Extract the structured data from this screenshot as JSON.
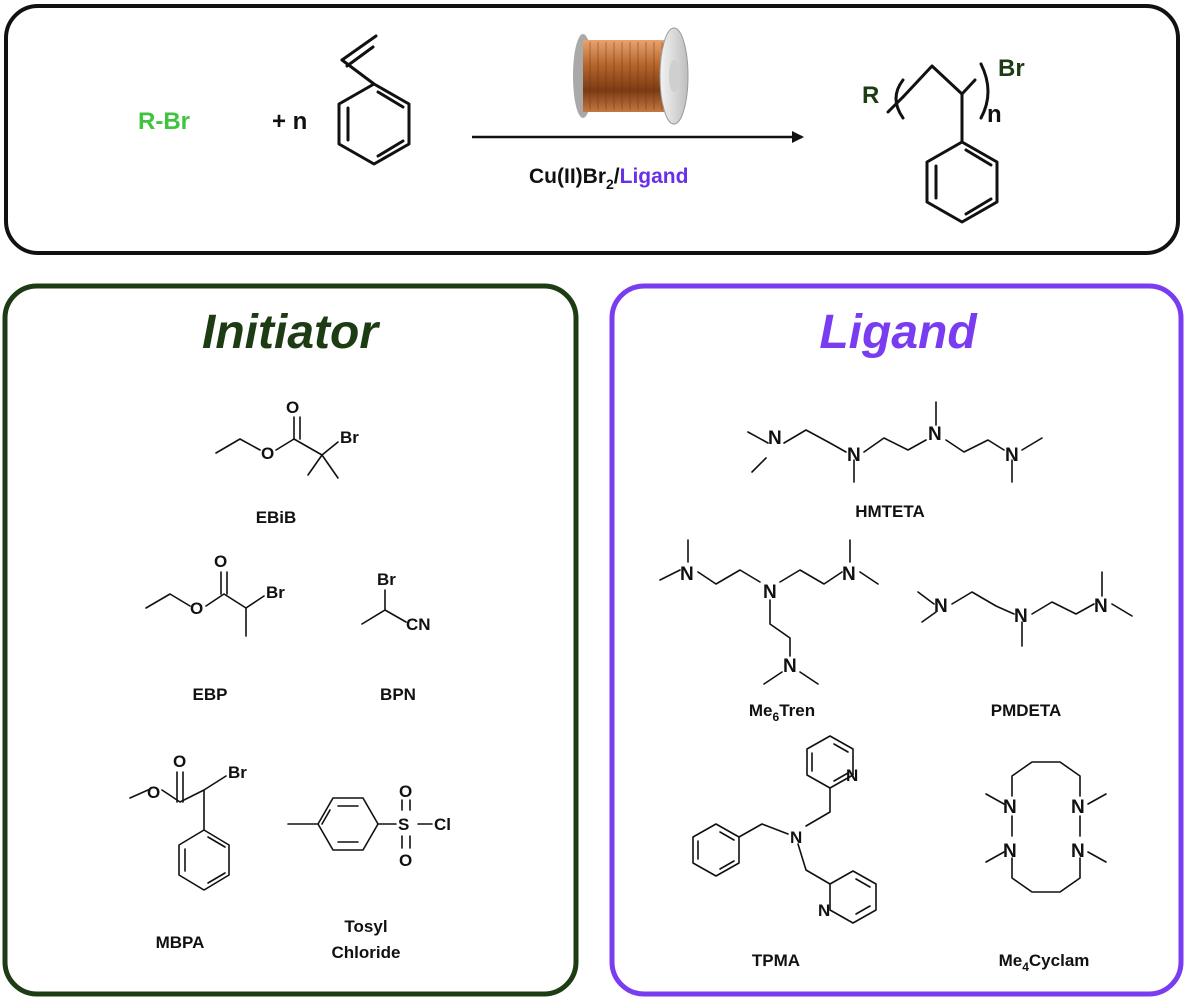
{
  "reaction": {
    "initiator": "R-Br",
    "plus_n": "+ n",
    "catalyst_cu": "Cu(II)Br",
    "catalyst_sub": "2",
    "catalyst_slash": "/",
    "catalyst_ligand": "Ligand",
    "product_r": "R",
    "product_br": "Br",
    "product_n": "n"
  },
  "initiator_panel": {
    "title": "Initiator",
    "compounds": {
      "ebib": "EBiB",
      "ebp": "EBP",
      "bpn": "BPN",
      "mbpa": "MBPA",
      "tosyl_line1": "Tosyl",
      "tosyl_line2": "Chloride"
    }
  },
  "ligand_panel": {
    "title": "Ligand",
    "compounds": {
      "hmteta": "HMTETA",
      "me6tren_main": "Me",
      "me6tren_sub": "6",
      "me6tren_end": "Tren",
      "pmdeta": "PMDETA",
      "tpma": "TPMA",
      "me4cyclam_main": "Me",
      "me4cyclam_sub": "4",
      "me4cyclam_end": "Cyclam"
    }
  },
  "atoms": {
    "br": "Br",
    "o": "O",
    "n": "N",
    "cn": "CN",
    "s": "S",
    "cl": "Cl"
  },
  "colors": {
    "initiator_green_light": "#3ec43e",
    "initiator_green_dark": "#1e3c14",
    "ligand_purple": "#7a3cf0",
    "frame_black": "#111111",
    "copper": "#b5652c"
  }
}
